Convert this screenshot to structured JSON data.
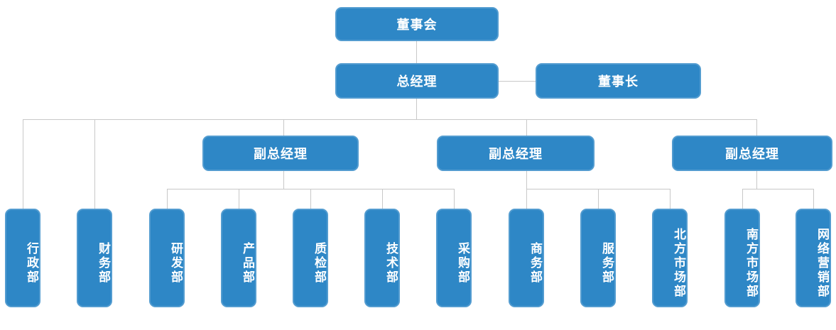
{
  "palette": {
    "node_fill": "#2E87C6",
    "node_text": "#FFFFFF",
    "connector": "#C8C8C8",
    "background": "#FFFFFF"
  },
  "org": {
    "type": "org-chart",
    "nodes": [
      {
        "id": "board",
        "label": "董事会",
        "level": 1,
        "parent": null,
        "link": "root"
      },
      {
        "id": "general-manager",
        "label": "总经理",
        "level": 2,
        "parent": "board",
        "link": "reports-to"
      },
      {
        "id": "chairman",
        "label": "董事长",
        "level": 2,
        "parent": "general-manager",
        "link": "lateral"
      },
      {
        "id": "deputy-gm-1",
        "label": "副总经理",
        "level": 3,
        "parent": "general-manager",
        "link": "reports-to"
      },
      {
        "id": "deputy-gm-2",
        "label": "副总经理",
        "level": 3,
        "parent": "general-manager",
        "link": "reports-to"
      },
      {
        "id": "deputy-gm-3",
        "label": "副总经理",
        "level": 3,
        "parent": "general-manager",
        "link": "reports-to"
      },
      {
        "id": "admin-dept",
        "label": "行政部",
        "level": 4,
        "parent": "general-manager",
        "link": "reports-to"
      },
      {
        "id": "finance-dept",
        "label": "财务部",
        "level": 4,
        "parent": "general-manager",
        "link": "reports-to"
      },
      {
        "id": "rnd-dept",
        "label": "研发部",
        "level": 4,
        "parent": "deputy-gm-1",
        "link": "reports-to"
      },
      {
        "id": "product-dept",
        "label": "产品部",
        "level": 4,
        "parent": "deputy-gm-1",
        "link": "reports-to"
      },
      {
        "id": "qa-dept",
        "label": "质检部",
        "level": 4,
        "parent": "deputy-gm-1",
        "link": "reports-to"
      },
      {
        "id": "tech-dept",
        "label": "技术部",
        "level": 4,
        "parent": "deputy-gm-1",
        "link": "reports-to"
      },
      {
        "id": "procurement-dept",
        "label": "采购部",
        "level": 4,
        "parent": "deputy-gm-1",
        "link": "reports-to"
      },
      {
        "id": "business-dept",
        "label": "商务部",
        "level": 4,
        "parent": "deputy-gm-2",
        "link": "reports-to"
      },
      {
        "id": "service-dept",
        "label": "服务部",
        "level": 4,
        "parent": "deputy-gm-2",
        "link": "reports-to"
      },
      {
        "id": "north-market-dept",
        "label": "北方市场部",
        "level": 4,
        "parent": "deputy-gm-2",
        "link": "reports-to"
      },
      {
        "id": "south-market-dept",
        "label": "南方市场部",
        "level": 4,
        "parent": "deputy-gm-3",
        "link": "reports-to"
      },
      {
        "id": "online-marketing-dept",
        "label": "网络营销部",
        "level": 4,
        "parent": "deputy-gm-3",
        "link": "reports-to"
      }
    ]
  }
}
